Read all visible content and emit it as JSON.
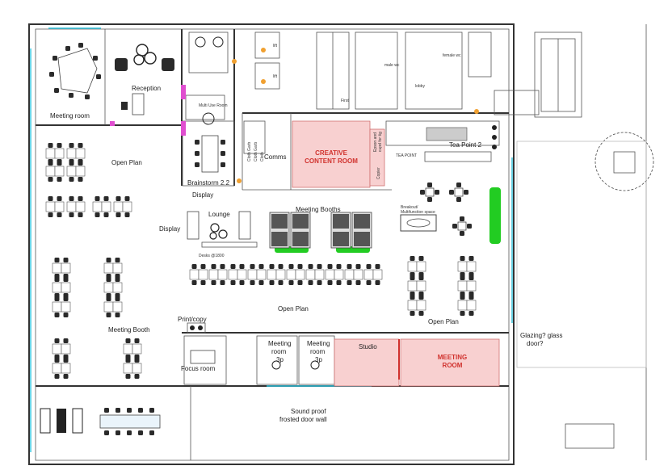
{
  "colors": {
    "highlight_fill": "#f8d0d0",
    "highlight_text": "#d0312d",
    "glazing": "#2bbfd9",
    "plants": "#22cc22",
    "doors_accent": "#e04fd0",
    "marker": "#f0a030"
  },
  "labels": {
    "meeting_room_tl": "Meeting room",
    "reception": "Reception",
    "open_plan_left": "Open Plan",
    "meeting_booth": "Meeting Booth",
    "multi_use_room": "Multi Use Room",
    "brainstorm": "Brainstorm 2.2",
    "display_top": "Display",
    "display_left": "Display",
    "lounge": "Lounge",
    "comms": "Comms",
    "cloth_garb_1": "Cloth Garb",
    "cloth_garb_2": "Cloth Garb",
    "cloth_garb_3": "Cloth",
    "creative_line1": "CREATIVE",
    "creative_line2": "CONTENT ROOM",
    "tea_point": "TEA POINT",
    "tea_point_2": "Tea Point 2",
    "copier": "Copier",
    "epson": "Epson and",
    "epson2": "cupd for tig",
    "meeting_booths": "Meeting Booths",
    "breakout_1": "Breakout/",
    "breakout_2": "Multifunction space",
    "desks": "Desks @1800",
    "open_plan_center": "Open Plan",
    "open_plan_right": "Open Plan",
    "print_copy": "Print/copy",
    "focus_room": "Focus room",
    "meeting_3p_a_1": "Meeting",
    "meeting_3p_a_2": "room",
    "meeting_3p_a_3": "3p",
    "meeting_3p_b_1": "Meeting",
    "meeting_3p_b_2": "room",
    "meeting_3p_b_3": "3p",
    "studio": "Studio",
    "meeting_room_red_1": "MEETING",
    "meeting_room_red_2": "ROOM",
    "glazing_1": "Glazing? glass",
    "glazing_2": "door?",
    "soundproof_1": "Sound proof",
    "soundproof_2": "frosted door wall",
    "first": "First",
    "lift": "lift",
    "female_wc": "female wc",
    "male_wc": "male wc",
    "lobby": "lobby"
  }
}
